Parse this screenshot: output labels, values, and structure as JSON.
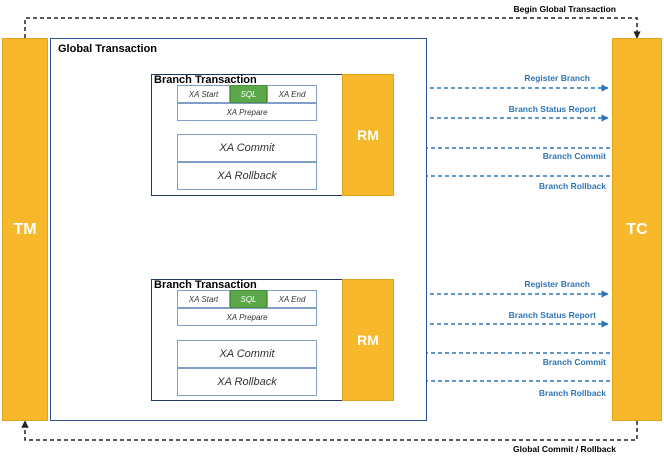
{
  "tm_label": "TM",
  "tc_label": "TC",
  "global_transaction_title": "Global Transaction",
  "begin_global_label": "Begin Global Transaction",
  "global_commit_label": "Global Commit / Rollback",
  "branches": [
    {
      "title": "Branch Transaction",
      "xa_start": "XA Start",
      "sql": "SQL",
      "xa_end": "XA End",
      "xa_prepare": "XA Prepare",
      "xa_commit": "XA Commit",
      "xa_rollback": "XA Rollback",
      "rm_label": "RM",
      "register_branch": "Register Branch",
      "status_report": "Branch Status Report",
      "branch_commit": "Branch Commit",
      "branch_rollback": "Branch Rollback"
    },
    {
      "title": "Branch Transaction",
      "xa_start": "XA Start",
      "sql": "SQL",
      "xa_end": "XA End",
      "xa_prepare": "XA Prepare",
      "xa_commit": "XA Commit",
      "xa_rollback": "XA Rollback",
      "rm_label": "RM",
      "register_branch": "Register Branch",
      "status_report": "Branch Status Report",
      "branch_commit": "Branch Commit",
      "branch_rollback": "Branch Rollback"
    }
  ],
  "colors": {
    "pillar": "#f7b82b",
    "sql_cell": "#5aa84a",
    "arrow_blue": "#2e75b6",
    "global_border": "#2f5597"
  }
}
